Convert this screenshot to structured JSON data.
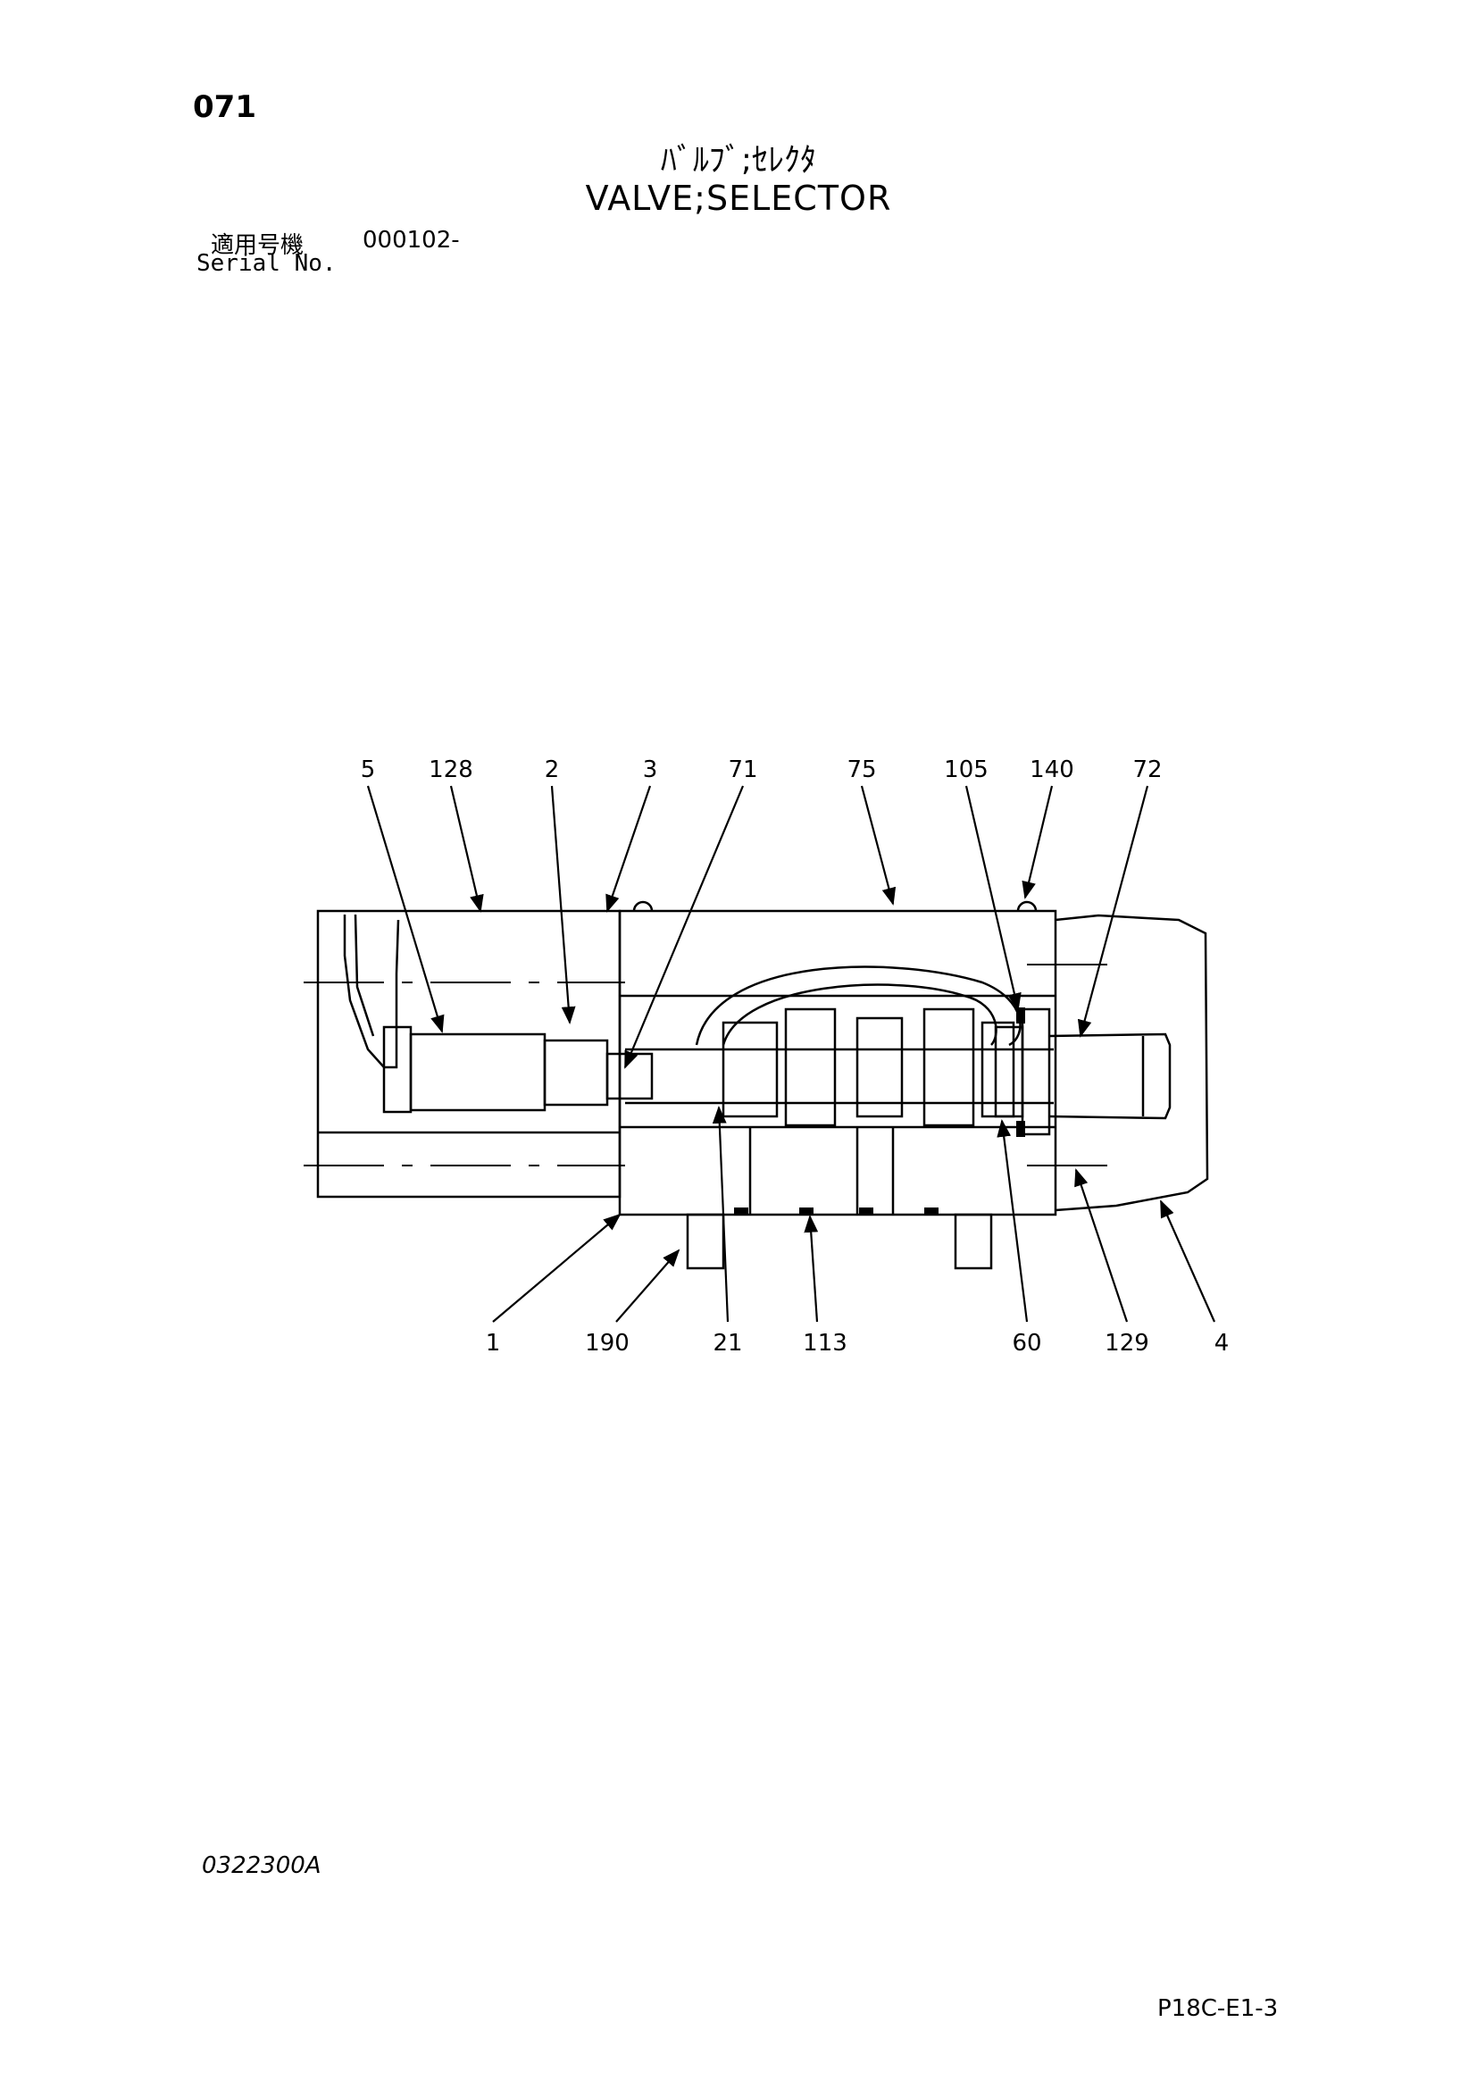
{
  "header": {
    "page_number": "071",
    "title_jp": "ﾊﾞﾙﾌﾞ;ｾﾚｸﾀ",
    "title_en": "VALVE;SELECTOR",
    "serial_label_jp": "適用号機",
    "serial_value": "000102-",
    "serial_label_en": "Serial No."
  },
  "callouts": {
    "c5": "5",
    "c128": "128",
    "c2": "2",
    "c3": "3",
    "c71": "71",
    "c75": "75",
    "c105": "105",
    "c140": "140",
    "c72": "72",
    "c1": "1",
    "c190": "190",
    "c21": "21",
    "c113": "113",
    "c60": "60",
    "c129": "129",
    "c4": "4"
  },
  "footer": {
    "drawing_code": "0322300A",
    "page_ref": "P18C-E1-3"
  }
}
